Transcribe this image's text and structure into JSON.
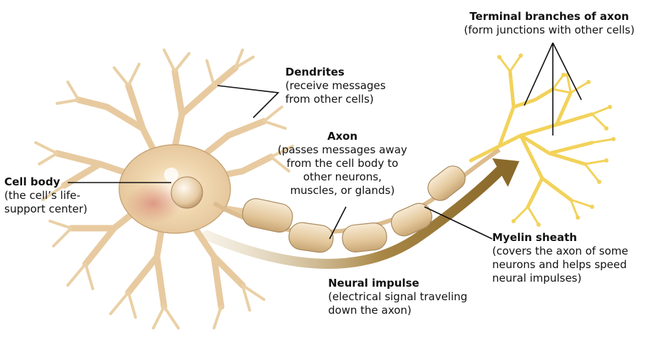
{
  "diagram": {
    "labels": {
      "dendrites": {
        "title": "Dendrites",
        "desc": [
          "(receive messages",
          "from other cells)"
        ]
      },
      "axon": {
        "title": "Axon",
        "desc": [
          "(passes messages away",
          "from the cell body to",
          "other neurons,",
          "muscles, or glands)"
        ]
      },
      "terminal": {
        "title": "Terminal branches of axon",
        "desc": [
          "(form junctions with other cells)"
        ]
      },
      "cell_body": {
        "title": "Cell body",
        "desc": [
          "(the cell’s life-",
          "support center)"
        ]
      },
      "myelin": {
        "title": "Myelin sheath",
        "desc": [
          "(covers the axon of some",
          "neurons and helps speed",
          "neural impulses)"
        ]
      },
      "impulse": {
        "title": "Neural impulse",
        "desc": [
          "(electrical signal traveling",
          "down the axon)"
        ]
      }
    },
    "colors": {
      "neuron_fill": "#f3dcb3",
      "neuron_stroke": "#c9a679",
      "nucleus_glow": "#d98a78",
      "myelin_fill": "#ead4ae",
      "terminal": "#f2d25a",
      "impulse_arrow": "#9b7a3b"
    }
  }
}
